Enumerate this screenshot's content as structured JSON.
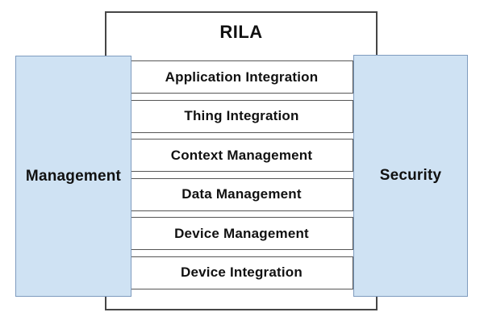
{
  "diagram": {
    "title": "RILA",
    "layers": [
      "Application Integration",
      "Thing Integration",
      "Context Management",
      "Data Management",
      "Device Management",
      "Device Integration"
    ],
    "sides": {
      "left": "Management",
      "right": "Security"
    },
    "colors": {
      "background": "#ffffff",
      "side_fill": "#cfe2f3",
      "side_border": "#7f9cbf",
      "layer_border": "#565656",
      "outer_border": "#464646",
      "text": "#111111"
    }
  }
}
